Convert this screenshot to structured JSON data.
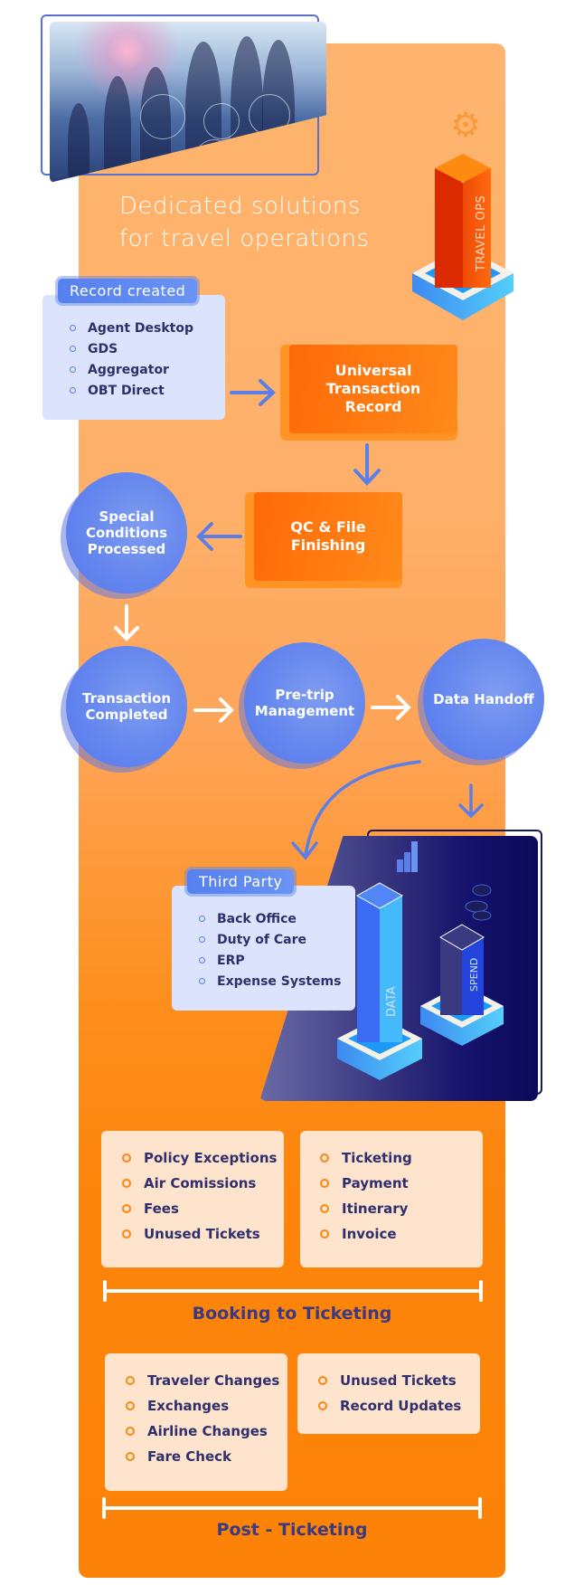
{
  "headline": {
    "line1": "Dedicated solutions",
    "line2": "for travel operations"
  },
  "tower": {
    "label": "TRAVEL OPS",
    "icon": "gear-icon"
  },
  "record_created": {
    "tag": "Record created",
    "items": [
      "Agent Desktop",
      "GDS",
      "Aggregator",
      "OBT Direct"
    ]
  },
  "flow": {
    "universal_transaction_record": "Universal Transaction Record",
    "qc_file_finishing": "QC & File Finishing",
    "special_conditions": "Special Conditions Processed",
    "transaction_completed": "Transaction Completed",
    "pre_trip": "Pre-trip Management",
    "data_handoff": "Data Handoff"
  },
  "third_party": {
    "tag": "Third Party",
    "items": [
      "Back Office",
      "Duty of Care",
      "ERP",
      "Expense Systems"
    ]
  },
  "data_illustration": {
    "data_label": "DATA",
    "spend_label": "SPEND",
    "icons": [
      "bar-chart-icon",
      "coins-icon"
    ]
  },
  "booking_to_ticketing": {
    "label": "Booking to Ticketing",
    "left_items": [
      "Policy Exceptions",
      "Air Comissions",
      "Fees",
      "Unused Tickets"
    ],
    "right_items": [
      "Ticketing",
      "Payment",
      "Itinerary",
      "Invoice"
    ]
  },
  "post_ticketing": {
    "label": "Post - Ticketing",
    "left_items": [
      "Traveler Changes",
      "Exchanges",
      "Airline Changes",
      "Fare Check"
    ],
    "right_items": [
      "Unused Tickets",
      "Record Updates"
    ]
  },
  "colors": {
    "orange_light": "#feb46e",
    "orange_dark": "#fd8208",
    "blue_accent": "#5b7fe6",
    "navy_text": "#302f6e",
    "card_blue": "#dbe4fc",
    "card_peach": "#fee4cc"
  }
}
